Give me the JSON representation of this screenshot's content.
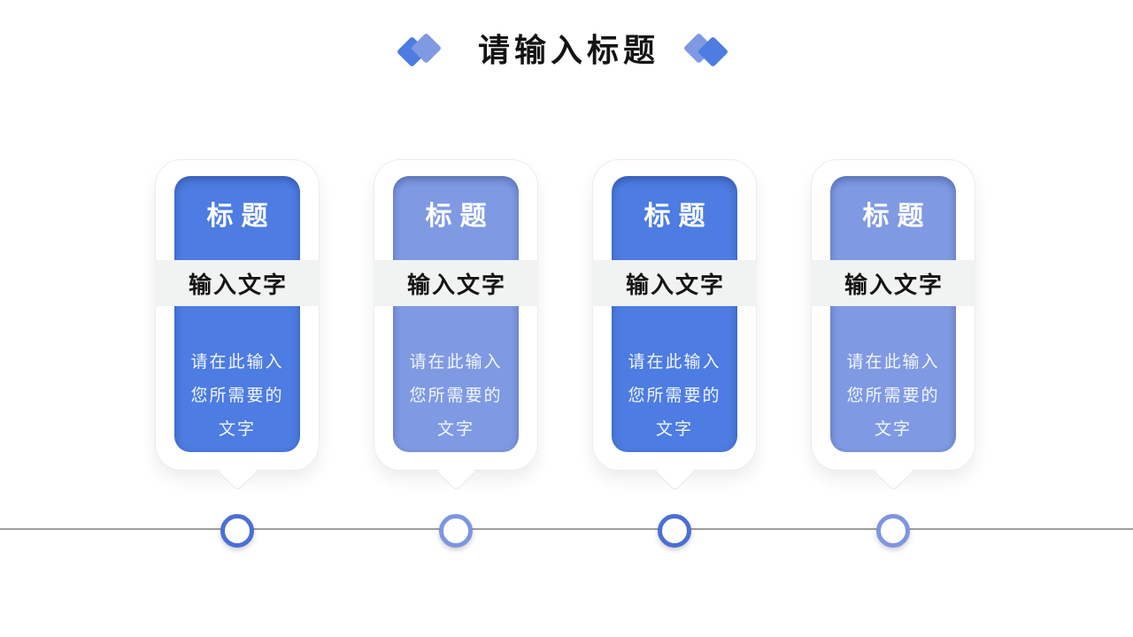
{
  "header": {
    "title": "请输入标题"
  },
  "colors": {
    "dark_blue": "#4d7ce2",
    "light_blue": "#7f9ae3",
    "band_gray": "#f1f2f2",
    "line_gray": "#9d9d9d",
    "node_dark": "#4a6fd6",
    "node_light": "#7e95e0"
  },
  "cards": [
    {
      "theme": "dark",
      "title": "标题",
      "subtitle": "输入文字",
      "body_lines": [
        "请在此输入",
        "您所需要的",
        "文字"
      ]
    },
    {
      "theme": "light",
      "title": "标题",
      "subtitle": "输入文字",
      "body_lines": [
        "请在此输入",
        "您所需要的",
        "文字"
      ]
    },
    {
      "theme": "dark",
      "title": "标题",
      "subtitle": "输入文字",
      "body_lines": [
        "请在此输入",
        "您所需要的",
        "文字"
      ]
    },
    {
      "theme": "light",
      "title": "标题",
      "subtitle": "输入文字",
      "body_lines": [
        "请在此输入",
        "您所需要的",
        "文字"
      ]
    }
  ]
}
